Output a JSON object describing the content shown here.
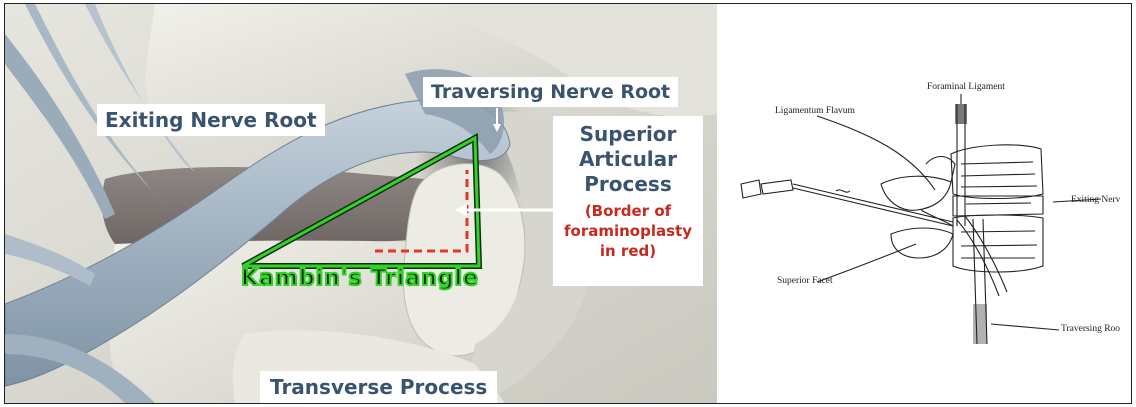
{
  "left_panel": {
    "labels": {
      "exiting_nerve_root": "Exiting Nerve Root",
      "traversing_nerve_root": "Traversing Nerve Root",
      "superior_articular_process": [
        "Superior",
        "Articular",
        "Process"
      ],
      "border_note": [
        "(Border of",
        "foraminoplasty",
        "in red)"
      ],
      "kambins_triangle": "Kambin's Triangle",
      "transverse_process": "Transverse Process"
    },
    "colors": {
      "label_text": "#3a5470",
      "triangle_outline": "#35d02a",
      "foraminoplasty_border": "#e0392a",
      "note_text": "#c8281e"
    }
  },
  "right_panel": {
    "labels": {
      "foraminal_ligament": "Foraminal Ligament",
      "ligamentum_flavum": "Ligamentum Flavum",
      "exiting_nerve": "Exiting Nerv",
      "superior_facet": "Superior Facet",
      "traversing_root": "Traversing Roo"
    }
  }
}
